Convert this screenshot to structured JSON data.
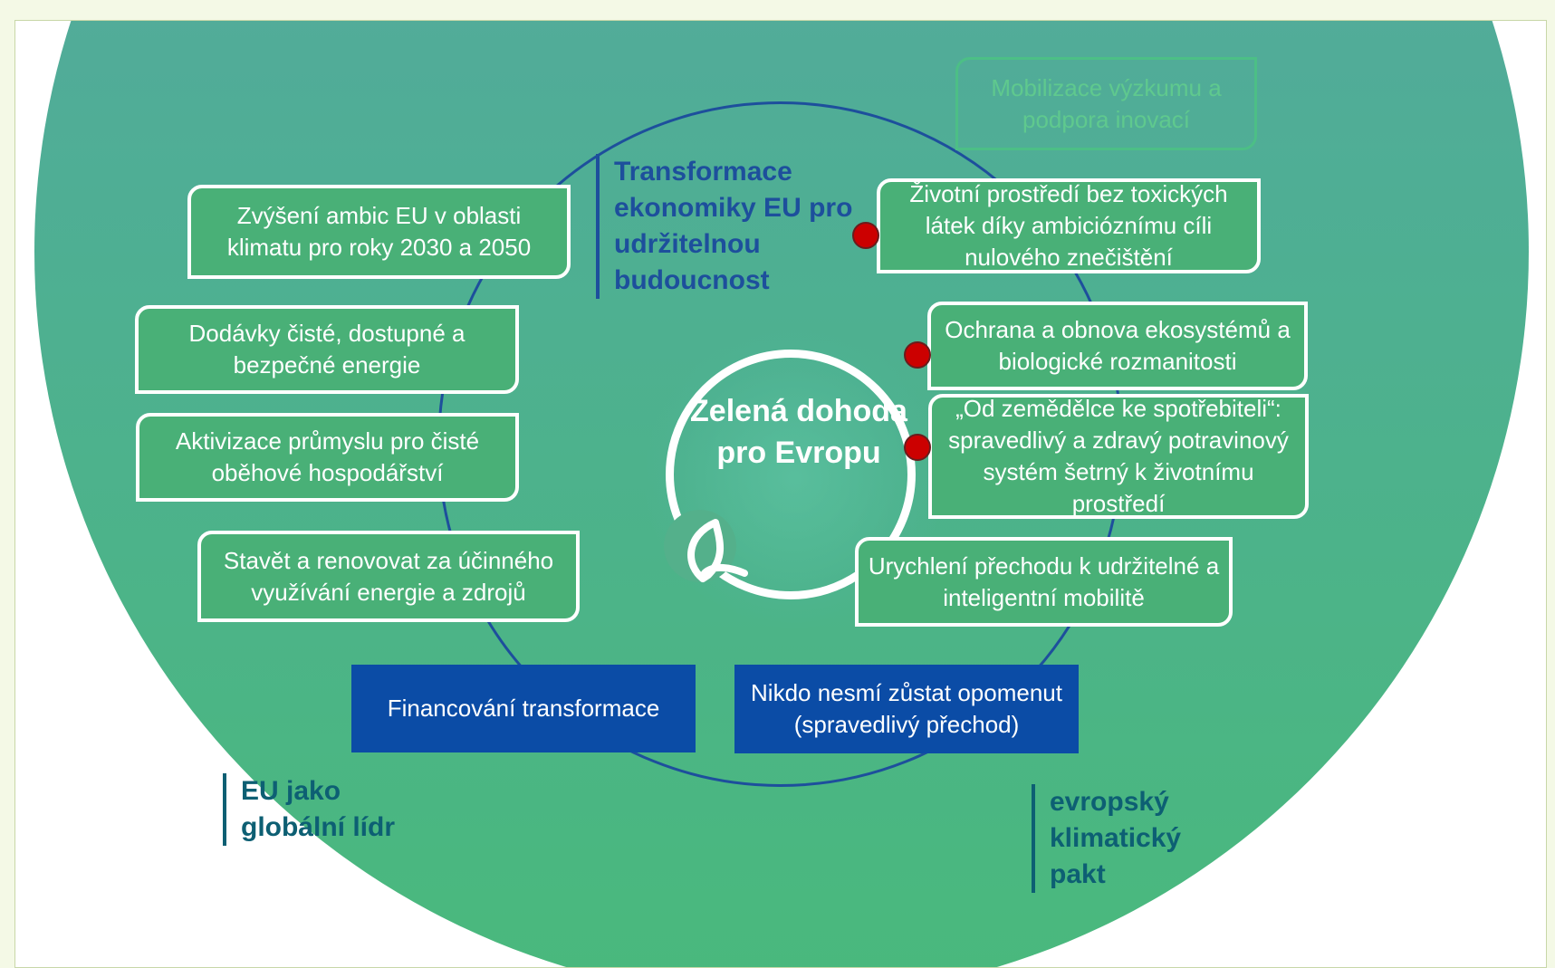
{
  "center": {
    "title": "Zelená dohoda pro Evropu"
  },
  "headings": {
    "transformation": "Transformace ekonomiky EU pro udržitelnou budoucnost",
    "global_leader": "EU jako globální lídr",
    "climate_pact": "evropský klimatický pakt"
  },
  "left_boxes": [
    "Zvýšení ambic EU v oblasti klimatu pro roky 2030 a 2050",
    "Dodávky čisté, dostupné a bezpečné energie",
    "Aktivizace průmyslu pro čisté oběhové hospodářství",
    "Stavět a renovovat za účinného využívání energie a zdrojů"
  ],
  "right_boxes": [
    "Mobilizace výzkumu a podpora inovací",
    "Životní prostředí bez toxických látek díky ambicióznímu cíli nulového znečištění",
    "Ochrana a obnova ekosystémů a biologické rozmanitosti",
    "„Od zemědělce ke spotřebiteli“: spravedlivý a zdravý potravinový systém šetrný k životnímu prostředí",
    "Urychlení přechodu k udržitelné a inteligentní mobilitě"
  ],
  "bottom_boxes": [
    "Financování transformace",
    "Nikdo nesmí zůstat opomenut (spravedlivý přechod)"
  ],
  "colors": {
    "box_green": "#49b077",
    "bottom_blue": "#0b4ca6",
    "heading_blue": "#1d4f9c",
    "heading_teal": "#0d5f73",
    "marker_red": "#cc0000"
  }
}
